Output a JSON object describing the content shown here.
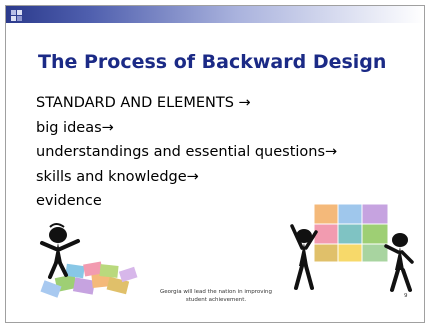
{
  "slide": {
    "title": "The Process of Backward Design",
    "lines": [
      "STANDARD AND ELEMENTS →",
      "big ideas→",
      "understandings and essential questions→",
      "skills and knowledge→",
      "evidence"
    ],
    "footer": "Georgia will lead the nation in improving student achievement.",
    "page_number": "9"
  },
  "colors": {
    "title": "#1b2a86",
    "header_bar_dark": "#2b3a8c",
    "header_bar_light": "#a9b2dd"
  },
  "images": [
    {
      "icon": "person-with-puzzle-pieces-clipart"
    },
    {
      "icon": "two-people-holding-puzzle-clipart"
    }
  ]
}
